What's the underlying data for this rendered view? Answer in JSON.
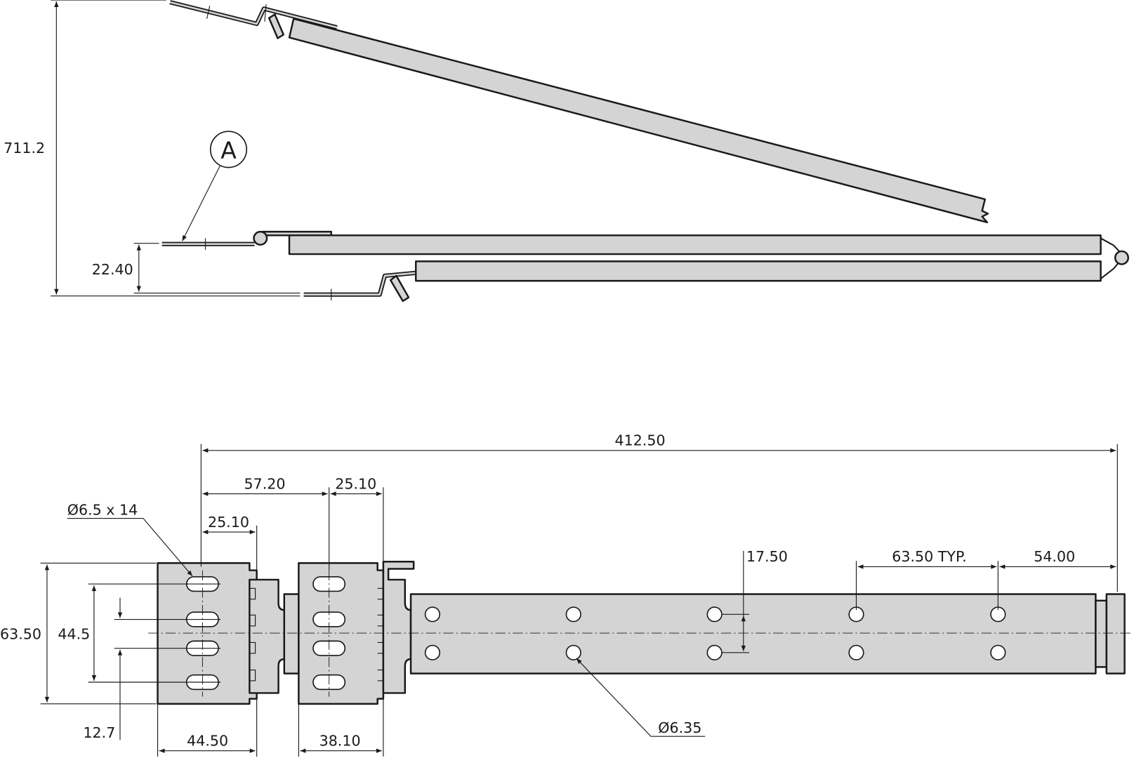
{
  "drawing": {
    "callout": "A",
    "dimensions": {
      "overall_height": "711.2",
      "offset": "22.40",
      "overall_length": "412.50",
      "pitch_1": "57.20",
      "width_b": "25.10",
      "width_a": "25.10",
      "plate_height": "63.50",
      "slot_span": "44.5",
      "slot_pitch": "12.7",
      "plate_a_width": "44.50",
      "plate_b_width": "38.10",
      "hole_spacing_v": "17.50",
      "hole_pitch": "63.50 TYP.",
      "end_offset": "54.00",
      "slot_size": "Ø6.5 x 14",
      "hole_dia": "Ø6.35"
    }
  }
}
